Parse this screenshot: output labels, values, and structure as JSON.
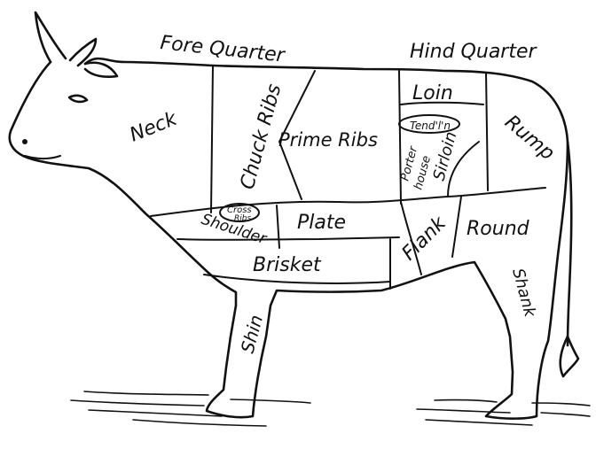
{
  "header": {
    "fore_quarter": "Fore Quarter",
    "hind_quarter": "Hind Quarter"
  },
  "cuts": {
    "neck": "Neck",
    "chuck_ribs": "Chuck Ribs",
    "prime_ribs": "Prime Ribs",
    "loin": "Loin",
    "tenderloin": "Tend'l'n",
    "porterhouse_line1": "Porter",
    "porterhouse_line2": "house",
    "sirloin": "Sirloin",
    "rump": "Rump",
    "cross_ribs_line1": "Cross",
    "cross_ribs_line2": "Ribs",
    "shoulder": "Shoulder",
    "plate": "Plate",
    "flank": "Flank",
    "round": "Round",
    "brisket": "Brisket",
    "shin": "Shin",
    "shank": "Shank"
  }
}
